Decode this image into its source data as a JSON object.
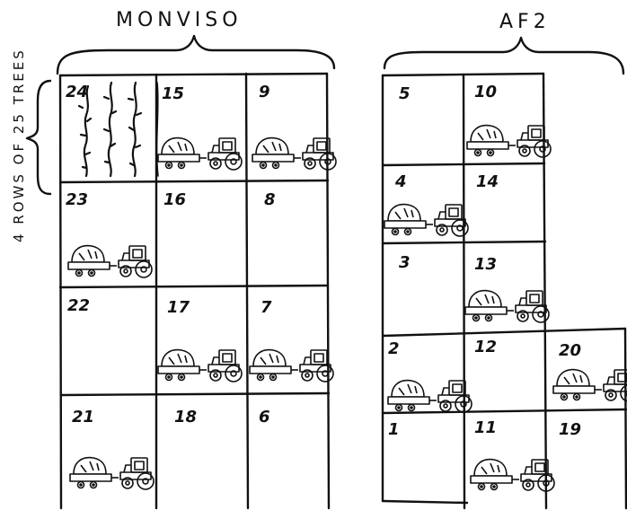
{
  "titles": {
    "left": "MONVISO",
    "right": "AF2"
  },
  "side_label": "4 ROWS OF 25 TREES",
  "monviso": {
    "plots": [
      {
        "id": "24",
        "has_trees": true
      },
      {
        "id": "15",
        "has_tractor": true
      },
      {
        "id": "9",
        "has_tractor": true
      },
      {
        "id": "23",
        "has_tractor": true
      },
      {
        "id": "16"
      },
      {
        "id": "8"
      },
      {
        "id": "22"
      },
      {
        "id": "17",
        "has_tractor": true
      },
      {
        "id": "7",
        "has_tractor": true
      },
      {
        "id": "21",
        "has_tractor": true
      },
      {
        "id": "18"
      },
      {
        "id": "6"
      }
    ]
  },
  "af2": {
    "plots": [
      {
        "id": "5"
      },
      {
        "id": "10",
        "has_tractor": true
      },
      {
        "id": "4",
        "has_tractor": true
      },
      {
        "id": "14"
      },
      {
        "id": "3"
      },
      {
        "id": "13",
        "has_tractor": true
      },
      {
        "id": "2",
        "has_tractor": true
      },
      {
        "id": "12"
      },
      {
        "id": "20",
        "has_tractor": true
      },
      {
        "id": "1"
      },
      {
        "id": "11",
        "has_tractor": true
      },
      {
        "id": "19"
      }
    ]
  },
  "icons": {
    "tractor": "tractor-with-trailer-icon",
    "trees": "tree-rows-icon"
  }
}
